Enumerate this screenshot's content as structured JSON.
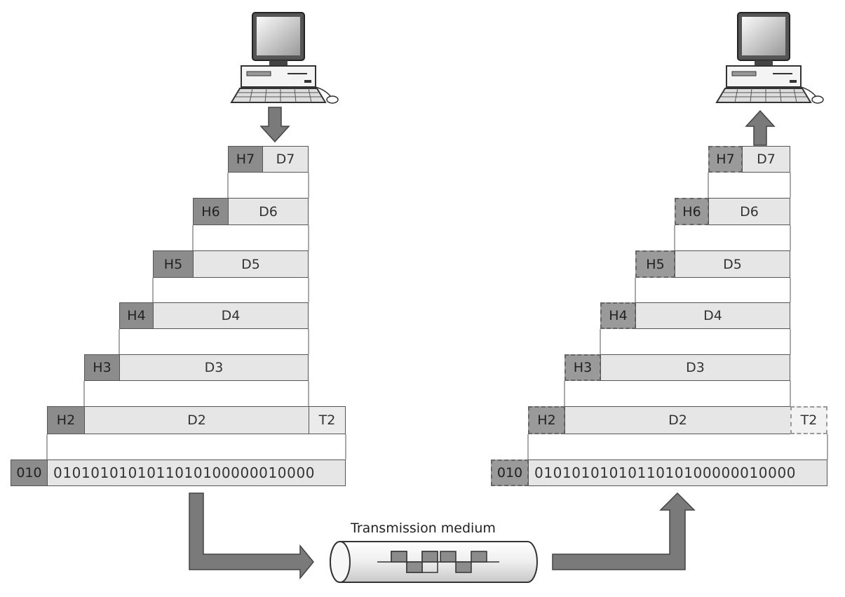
{
  "sender": {
    "layers": [
      {
        "header": "H7",
        "data": "D7"
      },
      {
        "header": "H6",
        "data": "D6"
      },
      {
        "header": "H5",
        "data": "D5"
      },
      {
        "header": "H4",
        "data": "D4"
      },
      {
        "header": "H3",
        "data": "D3"
      },
      {
        "header": "H2",
        "data": "D2",
        "trailer": "T2"
      }
    ],
    "physical": {
      "header": "010",
      "bits": "0101010101011010100000010000"
    }
  },
  "receiver": {
    "layers": [
      {
        "header": "H7",
        "data": "D7"
      },
      {
        "header": "H6",
        "data": "D6"
      },
      {
        "header": "H5",
        "data": "D5"
      },
      {
        "header": "H4",
        "data": "D4"
      },
      {
        "header": "H3",
        "data": "D3"
      },
      {
        "header": "H2",
        "data": "D2",
        "trailer": "T2"
      }
    ],
    "physical": {
      "header": "010",
      "bits": "0101010101011010100000010000"
    }
  },
  "medium": {
    "label": "Transmission medium"
  },
  "colors": {
    "header": "#8c8c8c",
    "data": "#e6e6e6",
    "arrow": "#7a7a7a"
  },
  "icons": {
    "sender": "computer-icon",
    "receiver": "computer-icon"
  }
}
